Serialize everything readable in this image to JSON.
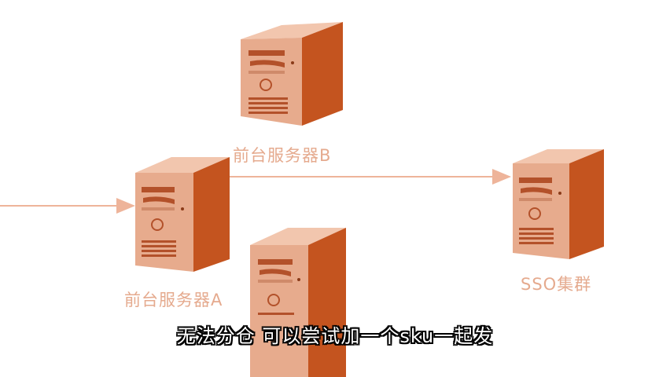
{
  "nodes": {
    "server_b": {
      "label": "前台服务器B",
      "icon": "server-icon"
    },
    "server_a": {
      "label": "前台服务器A",
      "icon": "server-icon"
    },
    "sso": {
      "label": "SSO集群",
      "icon": "server-icon"
    },
    "server_c": {
      "label": "",
      "icon": "server-icon"
    }
  },
  "edges": [
    {
      "from": "client",
      "to": "server_a"
    },
    {
      "from": "server_a",
      "to": "sso"
    }
  ],
  "subtitle": "无法分仓 可以尝试加一个sku一起发",
  "colors": {
    "server_front": "#e7ab8d",
    "server_side": "#c4541f",
    "server_top": "#f2c6ae",
    "label": "#e5aa8e",
    "arrow": "#eeb49a"
  }
}
